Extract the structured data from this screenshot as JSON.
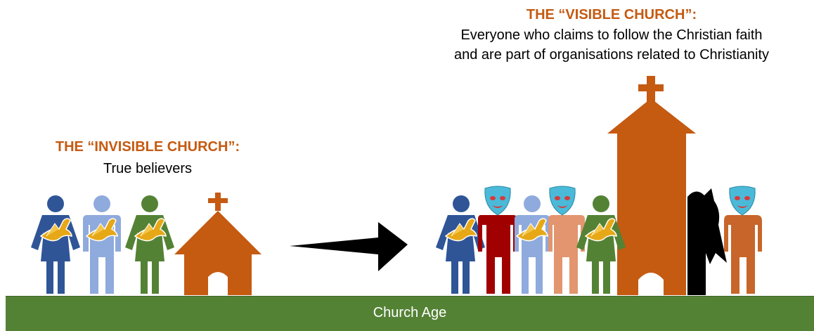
{
  "invisible": {
    "heading": "THE “INVISIBLE CHURCH”:",
    "subtitle": "True believers"
  },
  "visible": {
    "heading": "THE “VISIBLE CHURCH”:",
    "line1": "Everyone who claims to follow the Christian faith",
    "line2": "and are part of organisations related to Christianity"
  },
  "ground": {
    "label": "Church Age"
  },
  "colors": {
    "accent": "#c55a11",
    "ground": "#548235",
    "dark_blue": "#2f5597",
    "light_blue": "#8faadc",
    "green": "#548235",
    "dark_red": "#a00000",
    "salmon": "#e2956e",
    "orange_person": "#c8652a",
    "mask": "#4bb9d8",
    "dove": "#e6a817",
    "devil": "#000000"
  },
  "icons": [
    "person-icon",
    "dove-icon",
    "church-icon",
    "theatre-mask-icon",
    "devil-icon",
    "arrow-right-icon"
  ]
}
